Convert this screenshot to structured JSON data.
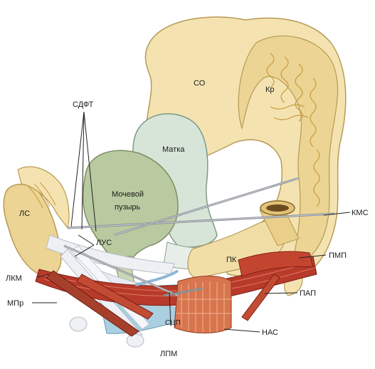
{
  "labels": {
    "so": "СО",
    "kr": "Кр",
    "sdft": "СДФТ",
    "matka": "Матка",
    "bladder_line1": "Мочевой",
    "bladder_line2": "пузырь",
    "ls": "ЛС",
    "lus": "ЛУС",
    "kms": "КМС",
    "pmp": "ПМП",
    "pk": "ПК",
    "lkm": "ЛКМ",
    "pap": "ПАП",
    "mpr": "МПр",
    "nas": "НАС",
    "scp": "СЦП",
    "lpm": "ЛПМ"
  },
  "colors": {
    "bone": "#f4e3b1",
    "bone_dark": "#e9cf8a",
    "bone_outline": "#b89a55",
    "uterus": "#d7e5d8",
    "bladder": "#b9caa0",
    "muscle": "#b83a2a",
    "muscle_light": "#d8754f",
    "fascia": "#eef0f4",
    "rectum": "#a9cfe0",
    "nerve": "#8fb7d6"
  }
}
